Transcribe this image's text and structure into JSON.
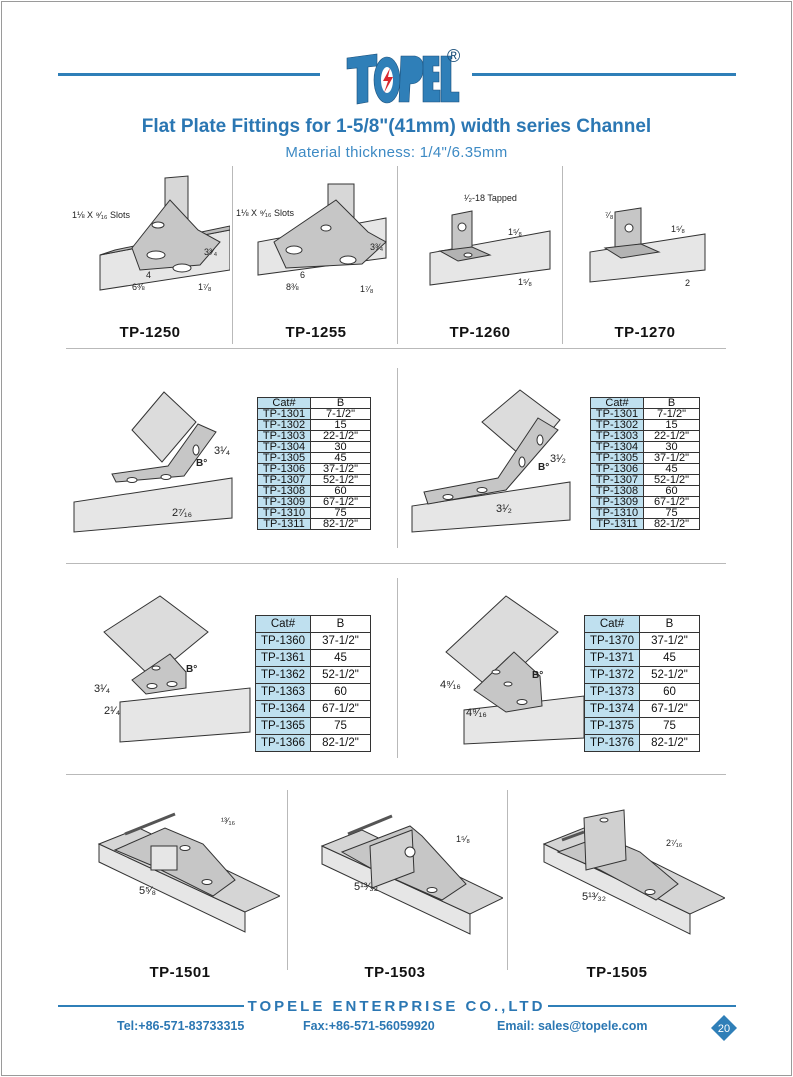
{
  "header": {
    "brand": "TOPELE",
    "registered": "®",
    "title": "Flat Plate Fittings for 1-5/8\"(41mm) width series Channel",
    "subtitle": "Material thickness: 1/4\"/6.35mm"
  },
  "row1": [
    {
      "code": "TP-1250",
      "note": "1⅛ X ⁹⁄₁₆ Slots",
      "dims": [
        "3³⁄₄",
        "4",
        "6⅜",
        "1⁷⁄₈"
      ]
    },
    {
      "code": "TP-1255",
      "note": "1⅛ X ⁹⁄₁₆ Slots",
      "dims": [
        "3³⁄₄",
        "6",
        "8⅜",
        "1⁷⁄₈"
      ]
    },
    {
      "code": "TP-1260",
      "note": "¹⁄₂-18 Tapped",
      "dims": [
        "1⁵⁄₈",
        "1⁵⁄₈"
      ]
    },
    {
      "code": "TP-1270",
      "note": "",
      "dims": [
        "⁷⁄₈",
        "1⁵⁄₈",
        "2"
      ]
    }
  ],
  "row2": [
    {
      "dims": [
        "3¹⁄₄",
        "2⁷⁄₁₆",
        "B°"
      ],
      "headers": [
        "Cat#",
        "B"
      ],
      "rows": [
        [
          "TP-1301",
          "7-1/2\""
        ],
        [
          "TP-1302",
          "15"
        ],
        [
          "TP-1303",
          "22-1/2\""
        ],
        [
          "TP-1304",
          "30"
        ],
        [
          "TP-1305",
          "45"
        ],
        [
          "TP-1306",
          "37-1/2\""
        ],
        [
          "TP-1307",
          "52-1/2\""
        ],
        [
          "TP-1308",
          "60"
        ],
        [
          "TP-1309",
          "67-1/2\""
        ],
        [
          "TP-1310",
          "75"
        ],
        [
          "TP-1311",
          "82-1/2\""
        ]
      ]
    },
    {
      "dims": [
        "3¹⁄₂",
        "3¹⁄₂",
        "B°"
      ],
      "headers": [
        "Cat#",
        "B"
      ],
      "rows": [
        [
          "TP-1301",
          "7-1/2\""
        ],
        [
          "TP-1302",
          "15"
        ],
        [
          "TP-1303",
          "22-1/2\""
        ],
        [
          "TP-1304",
          "30"
        ],
        [
          "TP-1305",
          "37-1/2\""
        ],
        [
          "TP-1306",
          "45"
        ],
        [
          "TP-1307",
          "52-1/2\""
        ],
        [
          "TP-1308",
          "60"
        ],
        [
          "TP-1309",
          "67-1/2\""
        ],
        [
          "TP-1310",
          "75"
        ],
        [
          "TP-1311",
          "82-1/2\""
        ]
      ]
    }
  ],
  "row3": [
    {
      "dims": [
        "3¹⁄₄",
        "2¹⁄₄",
        "B°"
      ],
      "headers": [
        "Cat#",
        "B"
      ],
      "rows": [
        [
          "TP-1360",
          "37-1/2\""
        ],
        [
          "TP-1361",
          "45"
        ],
        [
          "TP-1362",
          "52-1/2\""
        ],
        [
          "TP-1363",
          "60"
        ],
        [
          "TP-1364",
          "67-1/2\""
        ],
        [
          "TP-1365",
          "75"
        ],
        [
          "TP-1366",
          "82-1/2\""
        ]
      ]
    },
    {
      "dims": [
        "4⁹⁄₁₆",
        "4⁹⁄₁₆",
        "B°"
      ],
      "headers": [
        "Cat#",
        "B"
      ],
      "rows": [
        [
          "TP-1370",
          "37-1/2\""
        ],
        [
          "TP-1371",
          "45"
        ],
        [
          "TP-1372",
          "52-1/2\""
        ],
        [
          "TP-1373",
          "60"
        ],
        [
          "TP-1374",
          "67-1/2\""
        ],
        [
          "TP-1375",
          "75"
        ],
        [
          "TP-1376",
          "82-1/2\""
        ]
      ]
    }
  ],
  "row4": [
    {
      "code": "TP-1501",
      "dims": [
        "¹³⁄₁₆",
        "5⁵⁄₈"
      ]
    },
    {
      "code": "TP-1503",
      "dims": [
        "1⁵⁄₈",
        "5¹³⁄₃₂"
      ]
    },
    {
      "code": "TP-1505",
      "dims": [
        "2⁷⁄₁₆",
        "5¹³⁄₃₂"
      ]
    }
  ],
  "footer": {
    "company": "TOPELE ENTERPRISE CO.,LTD",
    "tel": "Tel:+86-571-83733315",
    "fax": "Fax:+86-571-56059920",
    "email": "Email: sales@topele.com",
    "page": "20"
  },
  "colors": {
    "accent": "#2f7fb8",
    "title": "#2b77b3",
    "table_cat": "#bfe0ef",
    "logo_red": "#d9282f",
    "metal": "#c9c9c9"
  }
}
